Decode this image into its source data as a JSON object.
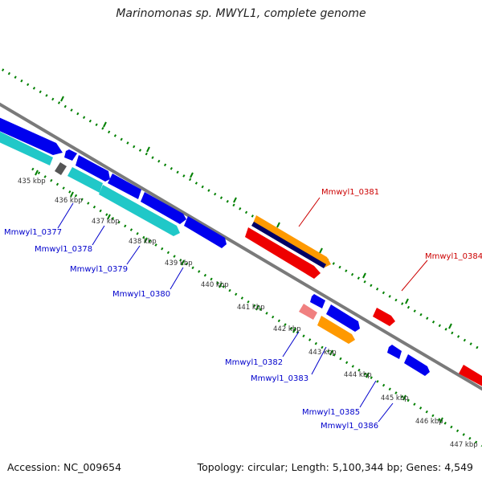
{
  "title": "Marinomonas sp. MWYL1, complete genome",
  "footer": {
    "accession": "Accession: NC_009654",
    "stats": "Topology: circular; Length: 5,100,344 bp; Genes: 4,549"
  },
  "colors": {
    "backbone": "#888888",
    "ticks": "#008000",
    "forward_label": "#cc0000",
    "reverse_label": "#0000cc",
    "gene_blue": "#0000ee",
    "gene_cyan": "#20c8c8",
    "gene_red": "#ee0000",
    "gene_orange": "#ff9900",
    "gene_pink": "#f08080",
    "gene_gray": "#555555",
    "gene_navy": "#000066"
  },
  "kbp_labels": [
    "435 kbp",
    "436 kbp",
    "437 kbp",
    "438 kbp",
    "439 kbp",
    "440 kbp",
    "441 kbp",
    "442 kbp",
    "443 kbp",
    "444 kbp",
    "445 kbp",
    "446 kbp",
    "447 kbp"
  ],
  "gene_labels": {
    "forward": [
      "Mmwyl1_0381",
      "Mmwyl1_0384"
    ],
    "reverse": [
      "Mmwyl1_0377",
      "Mmwyl1_0378",
      "Mmwyl1_0379",
      "Mmwyl1_0380",
      "Mmwyl1_0382",
      "Mmwyl1_0383",
      "Mmwyl1_0385",
      "Mmwyl1_0386"
    ]
  }
}
